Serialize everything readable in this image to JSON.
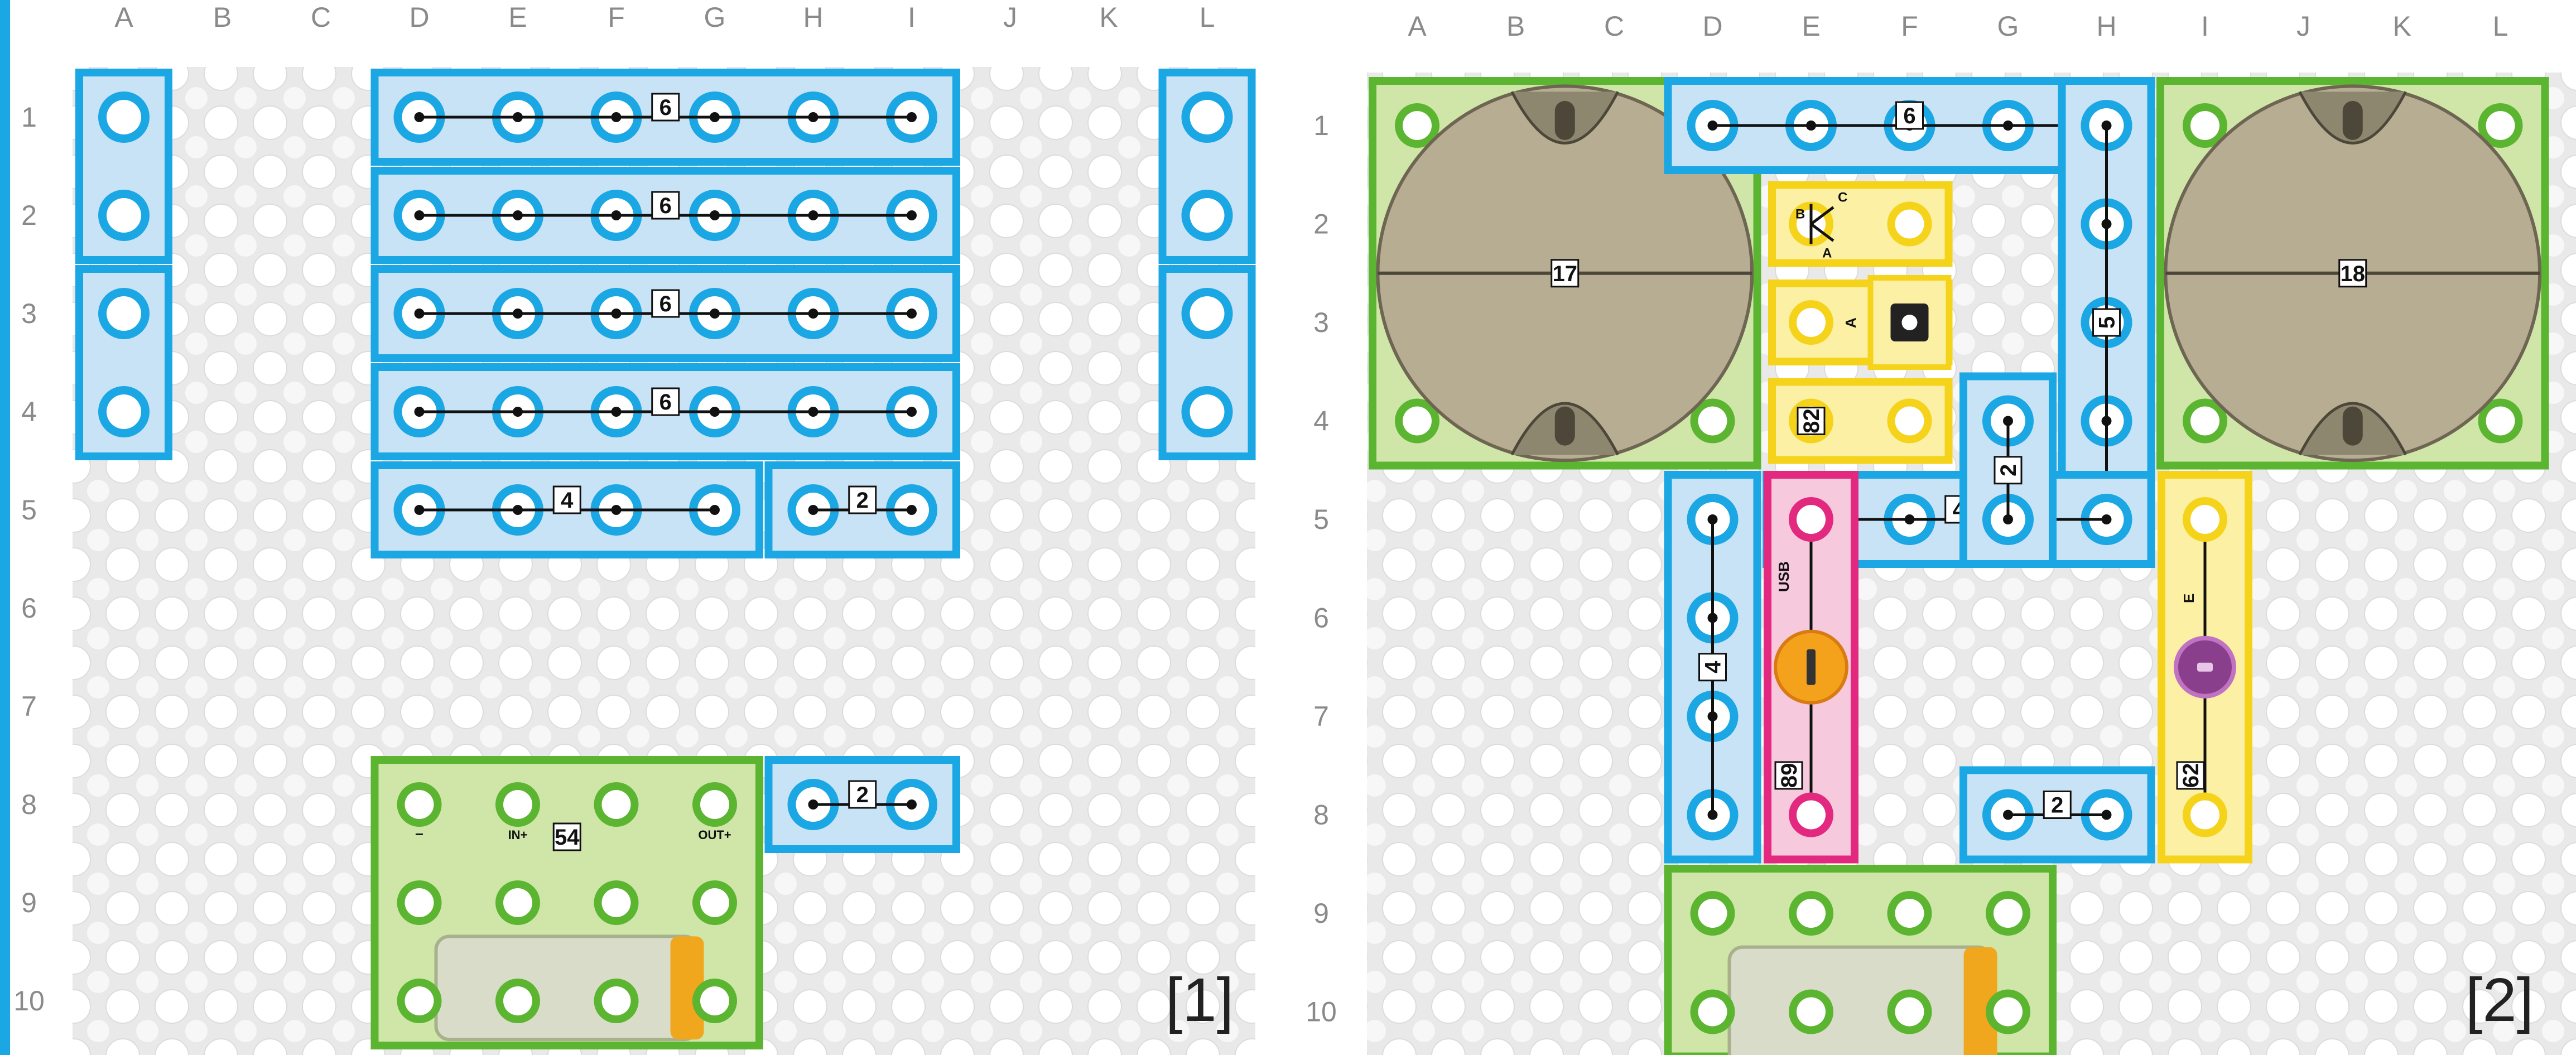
{
  "panels": [
    {
      "id": "1",
      "step_label": "[1]",
      "columns": [
        "A",
        "B",
        "C",
        "D",
        "E",
        "F",
        "G",
        "H",
        "I",
        "J",
        "K",
        "L"
      ],
      "rows": [
        "1",
        "2",
        "3",
        "4",
        "5",
        "6",
        "7",
        "8",
        "9",
        "10"
      ],
      "parts": [
        {
          "kind": "wire",
          "color": "blue",
          "label": "2",
          "cells": [
            [
              "A",
              1
            ],
            [
              "A",
              2
            ]
          ],
          "labeled": false
        },
        {
          "kind": "wire",
          "color": "blue",
          "label": "2",
          "cells": [
            [
              "A",
              3
            ],
            [
              "A",
              4
            ]
          ],
          "labeled": false
        },
        {
          "kind": "wire",
          "color": "blue",
          "label": "6",
          "cells": [
            [
              "D",
              1
            ],
            [
              "I",
              1
            ]
          ],
          "labeled": true
        },
        {
          "kind": "wire",
          "color": "blue",
          "label": "6",
          "cells": [
            [
              "D",
              2
            ],
            [
              "I",
              2
            ]
          ],
          "labeled": true
        },
        {
          "kind": "wire",
          "color": "blue",
          "label": "6",
          "cells": [
            [
              "D",
              3
            ],
            [
              "I",
              3
            ]
          ],
          "labeled": true
        },
        {
          "kind": "wire",
          "color": "blue",
          "label": "6",
          "cells": [
            [
              "D",
              4
            ],
            [
              "I",
              4
            ]
          ],
          "labeled": true
        },
        {
          "kind": "wire",
          "color": "blue",
          "label": "4",
          "cells": [
            [
              "D",
              5
            ],
            [
              "G",
              5
            ]
          ],
          "labeled": true
        },
        {
          "kind": "wire",
          "color": "blue",
          "label": "2",
          "cells": [
            [
              "H",
              5
            ],
            [
              "I",
              5
            ]
          ],
          "labeled": true
        },
        {
          "kind": "wire",
          "color": "blue",
          "label": "2",
          "cells": [
            [
              "L",
              1
            ],
            [
              "L",
              2
            ]
          ],
          "labeled": false
        },
        {
          "kind": "wire",
          "color": "blue",
          "label": "2",
          "cells": [
            [
              "L",
              3
            ],
            [
              "L",
              4
            ]
          ],
          "labeled": false
        },
        {
          "kind": "wire",
          "color": "blue",
          "label": "2",
          "cells": [
            [
              "H",
              8
            ],
            [
              "I",
              8
            ]
          ],
          "labeled": true
        },
        {
          "kind": "module",
          "color": "green",
          "label": "54",
          "pins": [
            "−",
            "IN+",
            "OUT+"
          ],
          "cells": [
            [
              "D",
              8
            ],
            [
              "G",
              10
            ]
          ]
        }
      ]
    },
    {
      "id": "2",
      "step_label": "[2]",
      "columns": [
        "A",
        "B",
        "C",
        "D",
        "E",
        "F",
        "G",
        "H",
        "I",
        "J",
        "K",
        "L"
      ],
      "rows": [
        "1",
        "2",
        "3",
        "4",
        "5",
        "6",
        "7",
        "8",
        "9",
        "10"
      ],
      "parts": [
        {
          "kind": "speaker",
          "color": "green",
          "label": "17",
          "cells": [
            [
              "A",
              1
            ],
            [
              "D",
              4
            ]
          ]
        },
        {
          "kind": "speaker",
          "color": "green",
          "label": "18",
          "cells": [
            [
              "I",
              1
            ],
            [
              "L",
              4
            ]
          ]
        },
        {
          "kind": "wire",
          "color": "blue",
          "label": "6",
          "cells": [
            [
              "D",
              1
            ],
            [
              "H",
              1
            ]
          ],
          "labeled": true
        },
        {
          "kind": "wire",
          "color": "blue",
          "label": "5",
          "cells": [
            [
              "H",
              1
            ],
            [
              "H",
              5
            ]
          ],
          "labeled": true
        },
        {
          "kind": "wire",
          "color": "blue",
          "label": "4",
          "cells": [
            [
              "E",
              5
            ],
            [
              "H",
              5
            ]
          ],
          "labeled": true
        },
        {
          "kind": "wire",
          "color": "blue",
          "label": "2",
          "cells": [
            [
              "G",
              4
            ],
            [
              "G",
              5
            ]
          ],
          "labeled": true
        },
        {
          "kind": "wire",
          "color": "blue",
          "label": "4",
          "cells": [
            [
              "D",
              5
            ],
            [
              "D",
              8
            ]
          ],
          "labeled": true
        },
        {
          "kind": "wire",
          "color": "blue",
          "label": "2",
          "cells": [
            [
              "G",
              8
            ],
            [
              "H",
              8
            ]
          ],
          "labeled": true
        },
        {
          "kind": "transistor",
          "color": "yellow",
          "label": "B",
          "pins": [
            "B",
            "C",
            "A"
          ],
          "cells": [
            [
              "E",
              2
            ],
            [
              "F",
              2
            ]
          ]
        },
        {
          "kind": "switch",
          "color": "yellow",
          "label": "A",
          "cells": [
            [
              "E",
              3
            ],
            [
              "F",
              3
            ]
          ]
        },
        {
          "kind": "resistor",
          "color": "yellow",
          "label": "82",
          "cells": [
            [
              "E",
              4
            ],
            [
              "F",
              4
            ]
          ]
        },
        {
          "kind": "usb",
          "color": "pink",
          "label": "89",
          "text": "USB",
          "cells": [
            [
              "E",
              5
            ],
            [
              "E",
              8
            ]
          ]
        },
        {
          "kind": "led",
          "color": "yellow",
          "label": "62",
          "text": "E",
          "cells": [
            [
              "I",
              5
            ],
            [
              "I",
              8
            ]
          ]
        },
        {
          "kind": "module",
          "color": "green",
          "label": "",
          "cells": [
            [
              "D",
              9
            ],
            [
              "G",
              10
            ]
          ]
        }
      ]
    }
  ]
}
